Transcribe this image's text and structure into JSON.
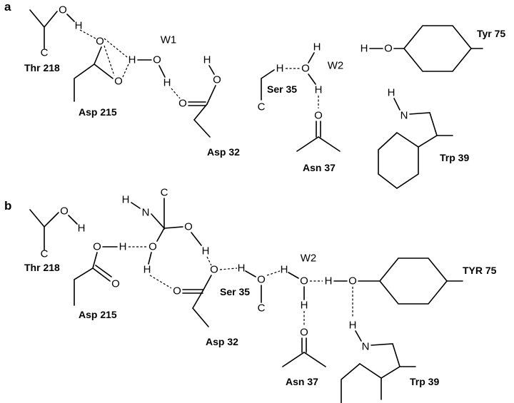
{
  "panels": {
    "a": {
      "panel_label": "a",
      "water_labels": {
        "w1": "W1",
        "w2": "W2"
      },
      "residues": {
        "thr218": "Thr 218",
        "asp215": "Asp 215",
        "asp32": "Asp 32",
        "ser35": "Ser 35",
        "asn37": "Asn 37",
        "tyr75": "Tyr 75",
        "trp39": "Trp 39"
      }
    },
    "b": {
      "panel_label": "b",
      "water_labels": {
        "w2": "W2"
      },
      "residues": {
        "thr218": "Thr 218",
        "asp215": "Asp 215",
        "asp32": "Asp 32",
        "ser35": "Ser 35",
        "asn37": "Asn 37",
        "tyr75": "TYR 75",
        "trp39": "Trp 39"
      }
    }
  },
  "atoms": {
    "H": "H",
    "O": "O",
    "C": "C",
    "N": "N"
  }
}
